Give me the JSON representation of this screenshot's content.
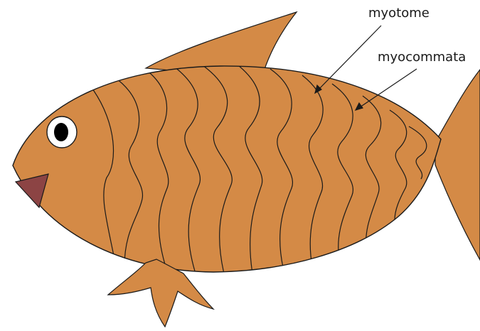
{
  "labels": {
    "myotome": "myotome",
    "myocommata": "myocommata"
  },
  "colors": {
    "body_fill": "#d48a46",
    "outline": "#1a1a1a",
    "mouth": "#8c4444",
    "eye_white": "#ffffff",
    "pupil": "#000000",
    "background": "#ffffff"
  },
  "icons": [
    "fish-body",
    "dorsal-fin",
    "tail-fin",
    "pelvic-fin",
    "eye",
    "mouth"
  ]
}
